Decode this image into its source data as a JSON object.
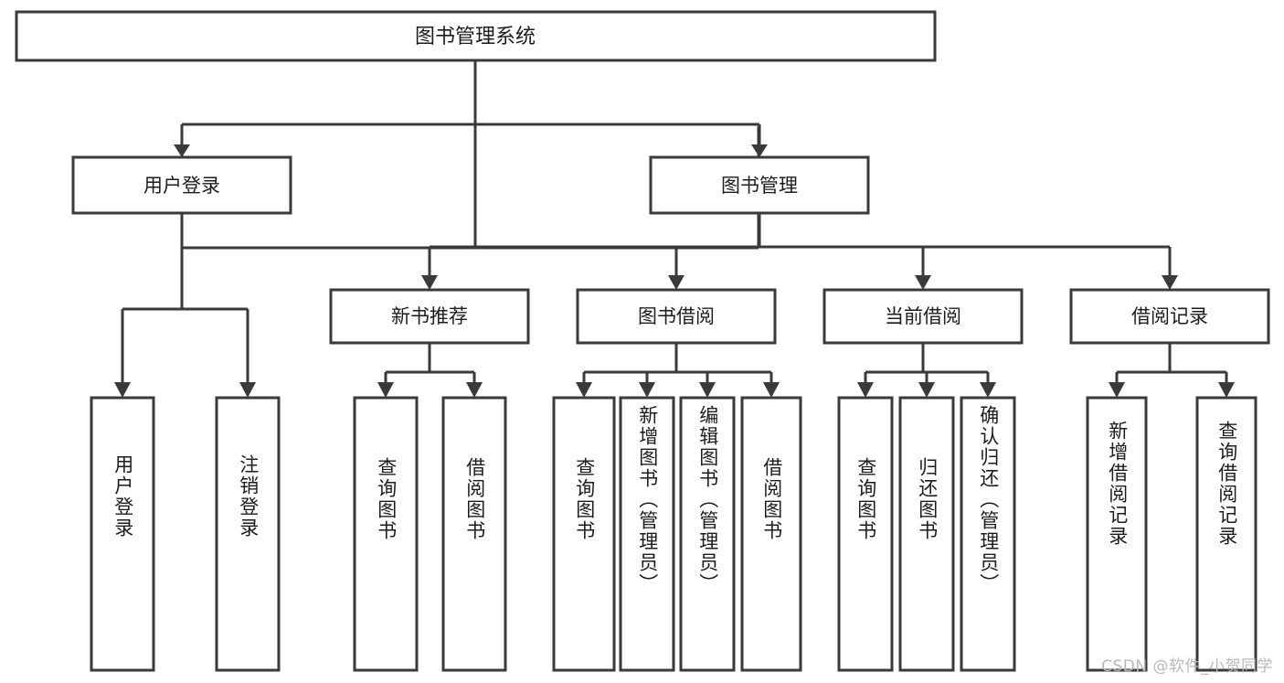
{
  "diagram": {
    "type": "tree-hierarchy-chart",
    "title": "图书管理系统",
    "watermark": "CSDN @软件_小贺同学",
    "colors": {
      "stroke": "#3a3a3a",
      "fill": "#ffffff",
      "text": "#1c1c1c",
      "watermark": "#b9b9b9"
    },
    "levels": {
      "level1": {
        "label": "图书管理系统"
      },
      "level2": [
        {
          "label": "用户登录"
        },
        {
          "label": "图书管理"
        }
      ],
      "level3": [
        {
          "label": "新书推荐"
        },
        {
          "label": "图书借阅"
        },
        {
          "label": "当前借阅"
        },
        {
          "label": "借阅记录"
        }
      ],
      "level4": [
        {
          "label": "用户登录",
          "parent": "用户登录"
        },
        {
          "label": "注销登录",
          "parent": "用户登录"
        },
        {
          "label": "查询图书",
          "parent": "新书推荐"
        },
        {
          "label": "借阅图书",
          "parent": "新书推荐"
        },
        {
          "label": "查询图书",
          "parent": "图书借阅"
        },
        {
          "label": "新增图书（管理员）",
          "parent": "图书借阅"
        },
        {
          "label": "编辑图书（管理员）",
          "parent": "图书借阅"
        },
        {
          "label": "借阅图书",
          "parent": "图书借阅"
        },
        {
          "label": "查询图书",
          "parent": "当前借阅"
        },
        {
          "label": "归还图书",
          "parent": "当前借阅"
        },
        {
          "label": "确认归还（管理员）",
          "parent": "当前借阅"
        },
        {
          "label": "新增借阅记录",
          "parent": "借阅记录"
        },
        {
          "label": "查询借阅记录",
          "parent": "借阅记录"
        }
      ]
    }
  }
}
